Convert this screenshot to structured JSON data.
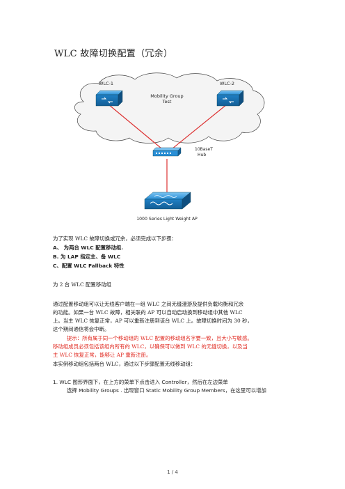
{
  "document": {
    "title": "WLC 故障切换配置（冗余）",
    "diagram": {
      "wlc1_label": "WLC-1",
      "wlc2_label": "WLC-2",
      "group_label_1": "Mobility Group",
      "group_label_2": "Test",
      "hub_label_1": "10BaseT",
      "hub_label_2": "Hub",
      "ap_label": "1000 Series Light Weight AP"
    },
    "intro": "为了实现  WLC 故障切换或冗余，必须完成以下步骤：",
    "steps": [
      "A、  为两台 WLC 配置移动组.",
      "B.  为 LAP  指定主、备 WLC",
      "C、配置 WLC Fallback 特性"
    ],
    "section_heading": "为 2 台 WLC 配置移动组",
    "para1": [
      "通过配置移动组可以让无线客户端在一组 WLC 之间无缝漫游及提供负载均衡和冗余",
      "的功能。如果一台 WLC 故障，相关联的 AP 可以自动启动换到移动组中其他 WLC",
      "上。当主 WLC 恢复正常，AP 可以重新注册到该台 WLC 上。故障切换时间为 30 秒，",
      "这个期间通信将会中断。"
    ],
    "note": [
      "提示：所有属于同一个移动组的 WLC 配置的移动组名字要一致，且大小写敏感。",
      "移动组成员必须包括该组内所有的 WLC，以确保可以做到 WLC 的无缝切换，以及当",
      "主 WLC 恢复正常，能够让 AP 重新注册。"
    ],
    "para2": "本实例移动组包括两台 WLC，通过以下步骤配置无线移动组：",
    "item1_line1": "1.      WLC 图形界面下，在上方的菜单下点击进入  Controller，然后在左边菜单",
    "item1_line2": "选择 Mobility Groups . 出现窗口 Static Mobility Group Members，在这里可以增加",
    "page_number": "1 / 4"
  },
  "colors": {
    "note_red": "#e0281f",
    "link_red": "#d33",
    "device_blue": "#2a8fd6"
  }
}
